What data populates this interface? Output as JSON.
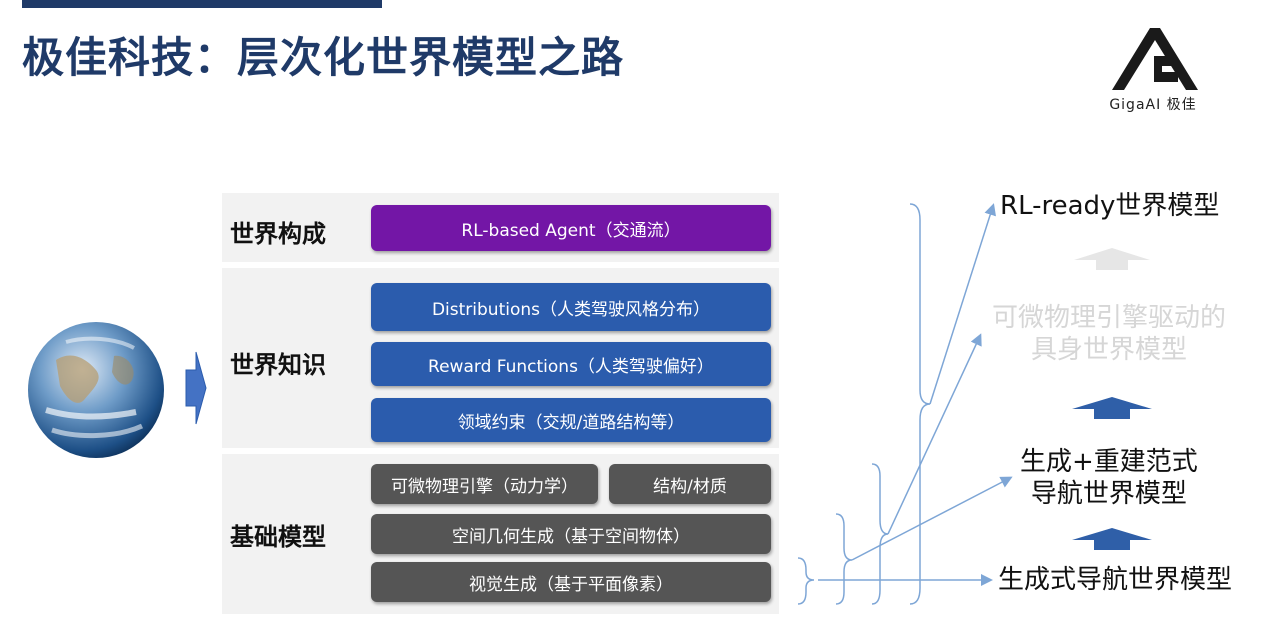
{
  "title": "极佳科技：层次化世界模型之路",
  "logo": {
    "brand_text": "GigaAI 极佳"
  },
  "colors": {
    "title": "#1f3a68",
    "purple": "#7316a6",
    "blue": "#2b5cad",
    "grey": "#555555",
    "connector": "#7ea6d6",
    "up_arrow": "#2f5fa8",
    "faded": "#d6d6d6"
  },
  "rows": [
    {
      "label": "世界构成",
      "items": [
        "RL-based Agent（交通流）"
      ]
    },
    {
      "label": "世界知识",
      "items": [
        "Distributions（人类驾驶风格分布）",
        "Reward Functions（人类驾驶偏好）",
        "领域约束（交规/道路结构等）"
      ]
    },
    {
      "label": "基础模型",
      "items": [
        "可微物理引擎（动力学）",
        "结构/材质",
        "空间几何生成（基于空间物体）",
        "视觉生成（基于平面像素）"
      ]
    }
  ],
  "levels": {
    "l4": "RL-ready世界模型",
    "l3_line1": "可微物理引擎驱动的",
    "l3_line2": "具身世界模型",
    "l2_line1": "生成+重建范式",
    "l2_line2": "导航世界模型",
    "l1": "生成式导航世界模型"
  },
  "icons": [
    "earth-image",
    "right-arrow-icon",
    "up-arrow-icon",
    "brace-icon",
    "logo-mark-icon"
  ]
}
